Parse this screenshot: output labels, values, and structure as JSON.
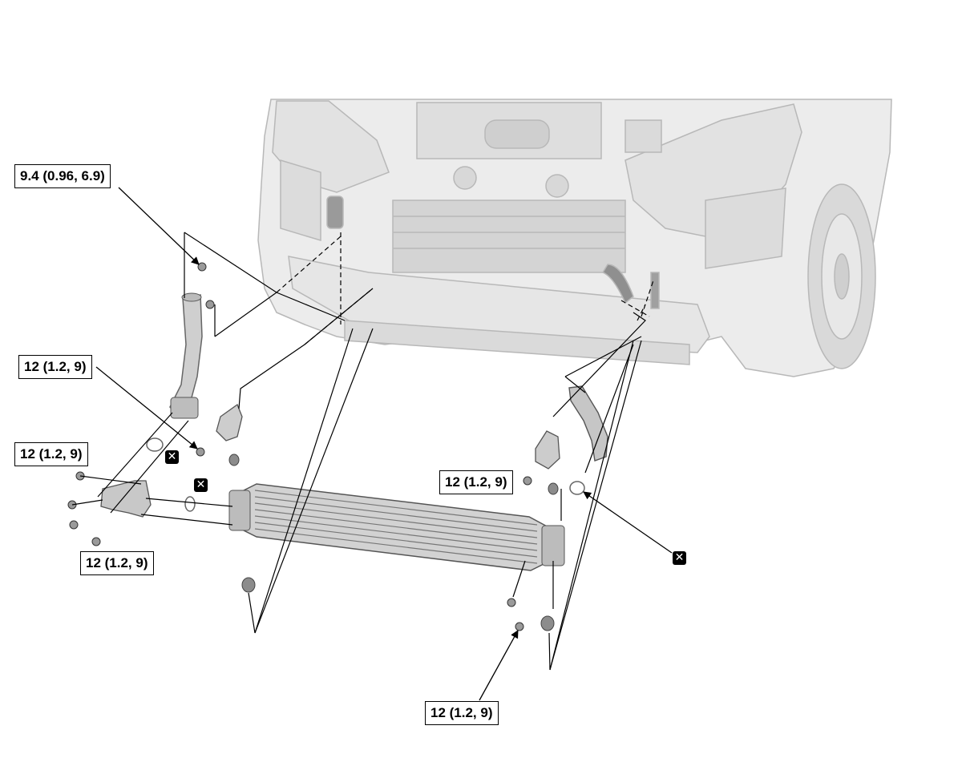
{
  "callouts": {
    "upper_bolt_torque": "9.4 (0.96, 6.9)",
    "left_pipe_bolt_torque": "12 (1.2, 9)",
    "left_inlet_bolt_torque": "12 (1.2, 9)",
    "left_lower_bolt_torque": "12 (1.2, 9)",
    "right_bracket_bolt_torque": "12 (1.2, 9)",
    "right_lower_bolt_torque": "12 (1.2, 9)"
  },
  "replace_symbol": {
    "icon": "replace-part-icon",
    "glyph": "✕"
  },
  "colors": {
    "line": "#000000",
    "part_fill": "#dcdcdc",
    "part_stroke": "#8a8a8a",
    "vehicle_fill": "#ececec",
    "vehicle_stroke": "#b8b8b8"
  }
}
